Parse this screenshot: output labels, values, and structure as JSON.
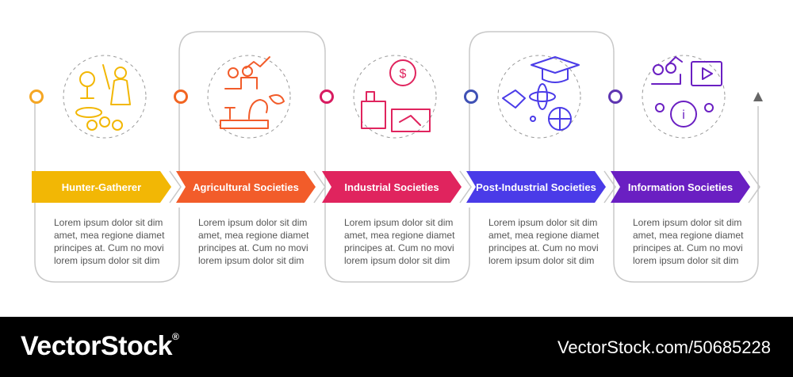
{
  "stages": [
    {
      "title": "Hunter-Gatherer",
      "color": "#f2b705",
      "dot": "#f5a623",
      "icon": "hunter-gatherer-icon",
      "lines": [
        "Lorem ipsum dolor sit dim",
        "amet, mea regione diamet",
        "principes at. Cum no movi",
        "lorem ipsum dolor sit dim"
      ]
    },
    {
      "title": "Agricultural Societies",
      "color": "#f25c2a",
      "dot": "#f26522",
      "icon": "agriculture-icon",
      "lines": [
        "Lorem ipsum dolor sit dim",
        "amet, mea regione diamet",
        "principes at. Cum no movi",
        "lorem ipsum dolor sit dim"
      ]
    },
    {
      "title": "Industrial Societies",
      "color": "#e0245e",
      "dot": "#d81b60",
      "icon": "industry-icon",
      "lines": [
        "Lorem ipsum dolor sit dim",
        "amet, mea regione diamet",
        "principes at. Cum no movi",
        "lorem ipsum dolor sit dim"
      ]
    },
    {
      "title": "Post-Industrial Societies",
      "color": "#4a3be8",
      "dot": "#3f51b5",
      "icon": "post-industry-icon",
      "lines": [
        "Lorem ipsum dolor sit dim",
        "amet, mea regione diamet",
        "principes at. Cum no movi",
        "lorem ipsum dolor sit dim"
      ]
    },
    {
      "title": "Information Societies",
      "color": "#6a1fc2",
      "dot": "#5e35b1",
      "icon": "information-icon",
      "lines": [
        "Lorem ipsum dolor sit dim",
        "amet, mea regione diamet",
        "principes at. Cum no movi",
        "lorem ipsum dolor sit dim"
      ]
    }
  ],
  "footer": {
    "brand": "VectorStock",
    "trademark": "®",
    "image_id": "VectorStock.com/50685228"
  }
}
